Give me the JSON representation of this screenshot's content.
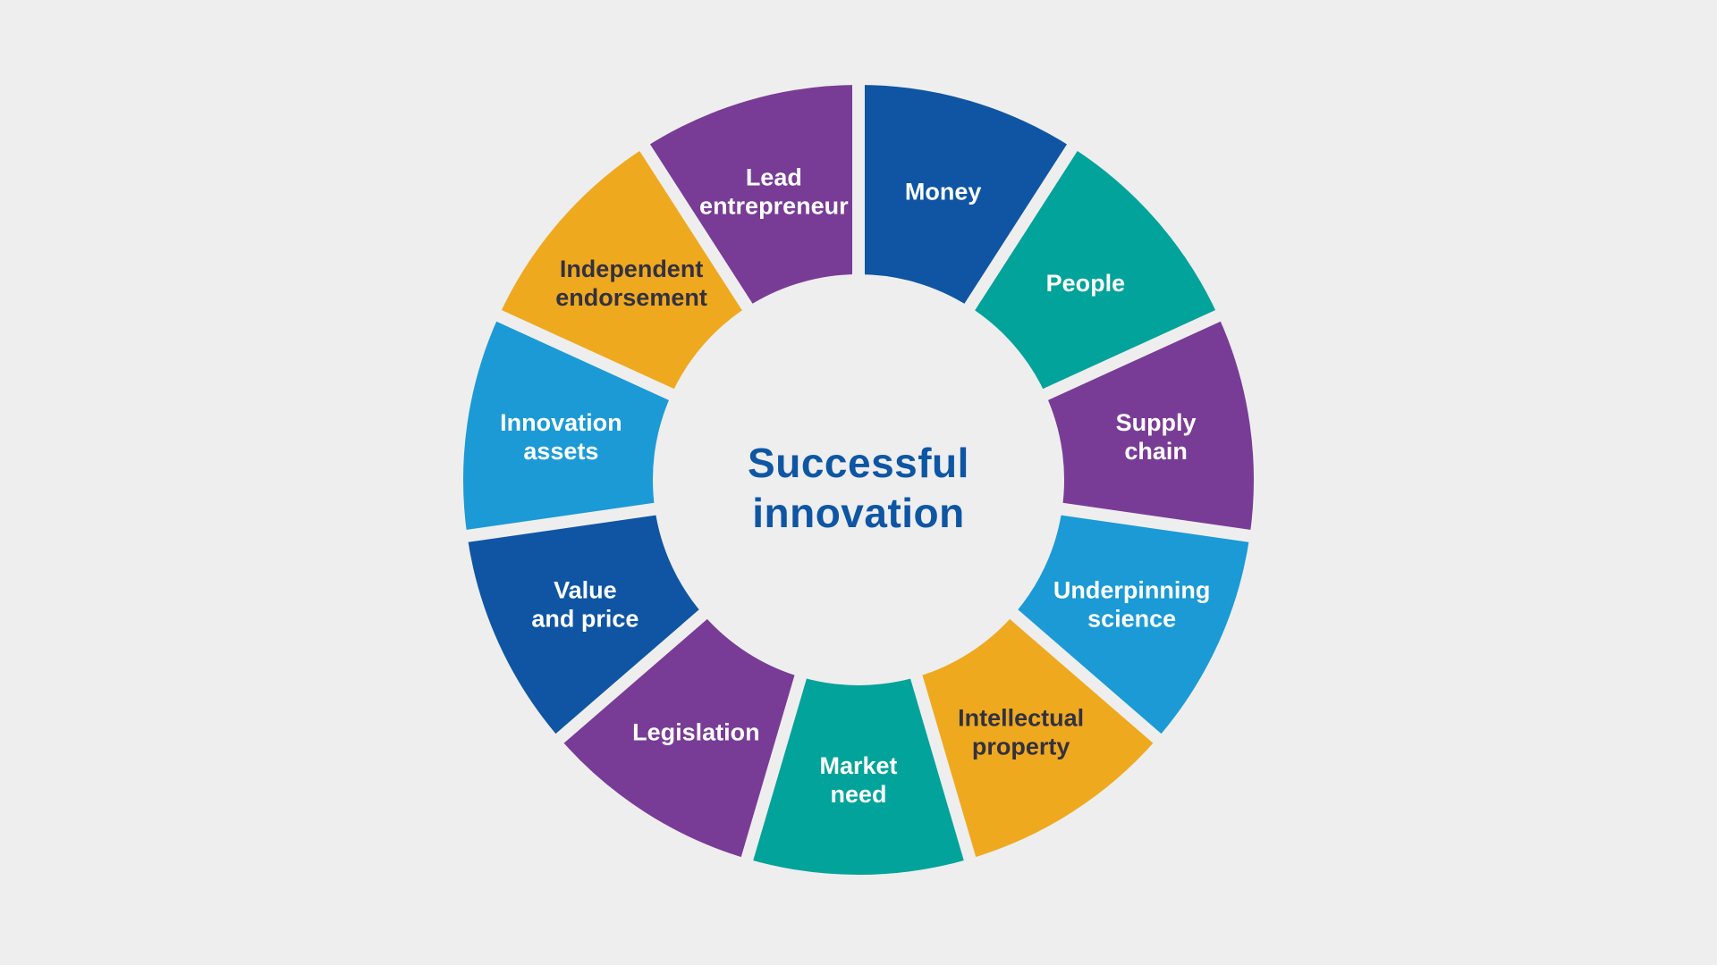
{
  "center": {
    "line1": "Successful",
    "line2": "innovation"
  },
  "colors": {
    "background": "#eeeeef",
    "title_blue": "#0e56a3",
    "dark_blue": "#0f55a3",
    "teal": "#02a39a",
    "purple": "#793c96",
    "light_blue": "#1b9ad6",
    "orange": "#efa91f",
    "dark_label": "#333140",
    "white_label": "#ffffff"
  },
  "chart_data": {
    "type": "pie",
    "subtype": "donut",
    "title": "Successful innovation",
    "layout": {
      "start": "top",
      "direction": "clockwise",
      "equal_angles": true,
      "segment_count": 11,
      "legend_position": "none",
      "labels": "inside-segments"
    },
    "segments": [
      {
        "label": "Money",
        "value": 1,
        "color": "#0f55a3",
        "text_color": "#ffffff"
      },
      {
        "label": "People",
        "value": 1,
        "color": "#02a39a",
        "text_color": "#ffffff"
      },
      {
        "label": "Supply\nchain",
        "value": 1,
        "color": "#793c96",
        "text_color": "#ffffff"
      },
      {
        "label": "Underpinning\nscience",
        "value": 1,
        "color": "#1b9ad6",
        "text_color": "#ffffff"
      },
      {
        "label": "Intellectual\nproperty",
        "value": 1,
        "color": "#efa91f",
        "text_color": "#333140"
      },
      {
        "label": "Market\nneed",
        "value": 1,
        "color": "#02a39a",
        "text_color": "#ffffff"
      },
      {
        "label": "Legislation",
        "value": 1,
        "color": "#793c96",
        "text_color": "#ffffff"
      },
      {
        "label": "Value\nand price",
        "value": 1,
        "color": "#0f55a3",
        "text_color": "#ffffff"
      },
      {
        "label": "Innovation\nassets",
        "value": 1,
        "color": "#1b9ad6",
        "text_color": "#ffffff"
      },
      {
        "label": "Independent\nendorsement",
        "value": 1,
        "color": "#efa91f",
        "text_color": "#333140"
      },
      {
        "label": "Lead\nentrepreneur",
        "value": 1,
        "color": "#793c96",
        "text_color": "#ffffff"
      }
    ]
  }
}
